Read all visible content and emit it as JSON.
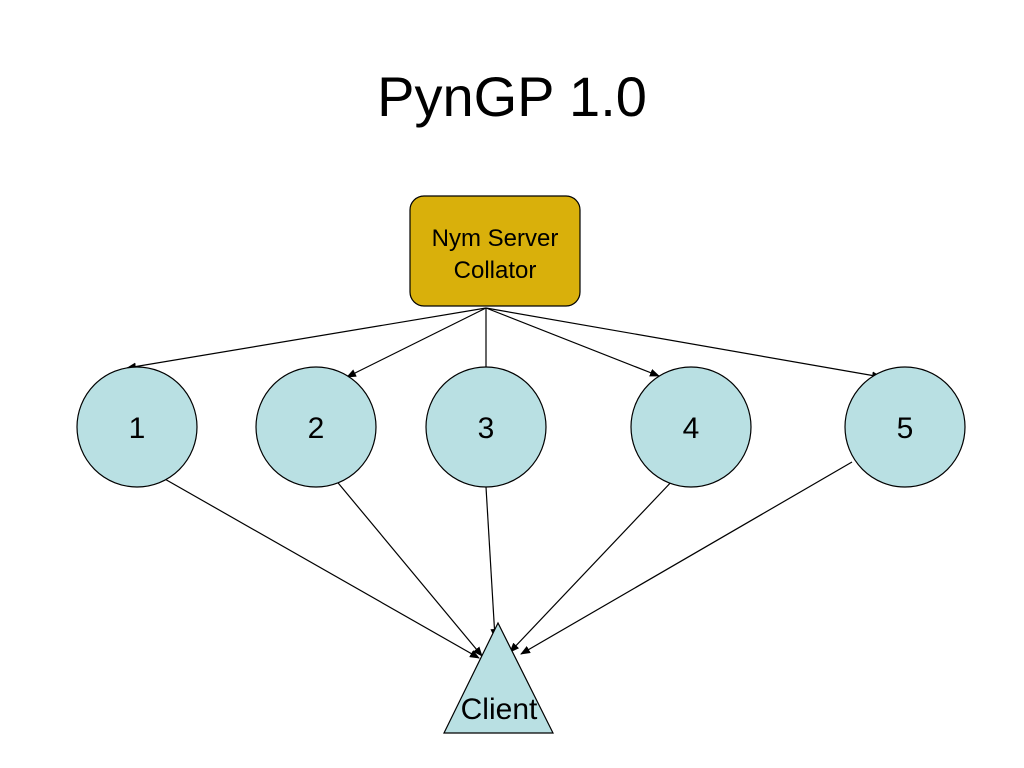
{
  "title": "PynGP 1.0",
  "server": {
    "line1": "Nym Server",
    "line2": "Collator",
    "fill": "#d9b00b"
  },
  "nodes": [
    {
      "label": "1"
    },
    {
      "label": "2"
    },
    {
      "label": "3"
    },
    {
      "label": "4"
    },
    {
      "label": "5"
    }
  ],
  "client": {
    "label": "Client",
    "fill": "#b9e0e3"
  },
  "colors": {
    "node_fill": "#b9e0e3",
    "stroke": "#000000"
  }
}
